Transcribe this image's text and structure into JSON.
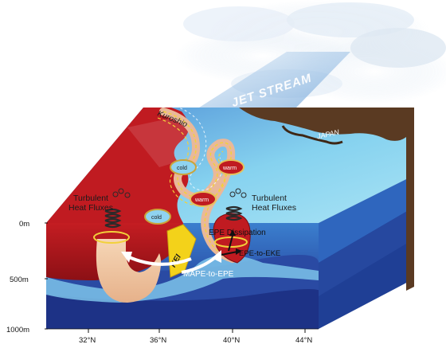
{
  "labels": {
    "jet_stream": "JET STREAM",
    "kuroshio": "Kuroshio",
    "japan": "JAPAN",
    "kei": "KEI",
    "turbulent_left": [
      "Turbulent",
      "Heat Fluxes"
    ],
    "turbulent_right": [
      "Turbulent",
      "Heat Fluxes"
    ],
    "epe_dissipation": "EPE Dissipation",
    "epe_to_eke": "EPE-to-EKE",
    "mape_to_epe": "MAPE-to-EPE",
    "eddies": [
      "cold",
      "warm",
      "warm",
      "cold"
    ]
  },
  "depth_axis": [
    "0m",
    "500m",
    "1000m"
  ],
  "lat_axis": [
    "32°N",
    "36°N",
    "40°N",
    "44°N"
  ],
  "colors": {
    "warm_ocean": "#b3161c",
    "deep_warm": "#8e0f14",
    "cold_ocean": "#7dcbea",
    "mid_blue": "#3a77c4",
    "deep_blue": "#1a2e7a",
    "land": "#5a3a22",
    "plume": "#f2c8a0",
    "kei_band": "#f3d21a"
  },
  "icons": [
    "cloud-icon",
    "vortex-icon",
    "arrow-icon"
  ]
}
